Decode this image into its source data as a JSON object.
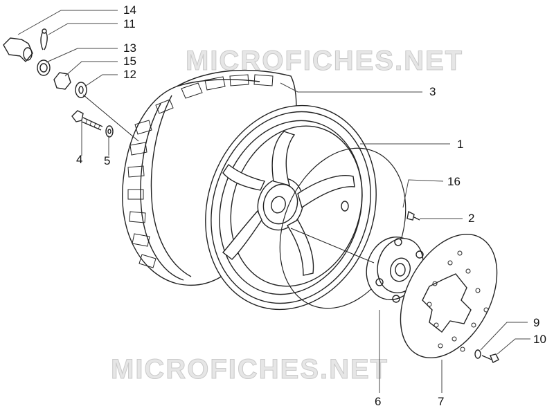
{
  "watermark": {
    "text": "MICROFICHES.NET"
  },
  "callouts": [
    "14",
    "11",
    "13",
    "15",
    "12",
    "3",
    "1",
    "16",
    "2",
    "4",
    "5",
    "6",
    "7",
    "9",
    "10"
  ],
  "colors": {
    "line": "#222222",
    "leader": "#444444",
    "watermark": "#d9d9d9"
  }
}
